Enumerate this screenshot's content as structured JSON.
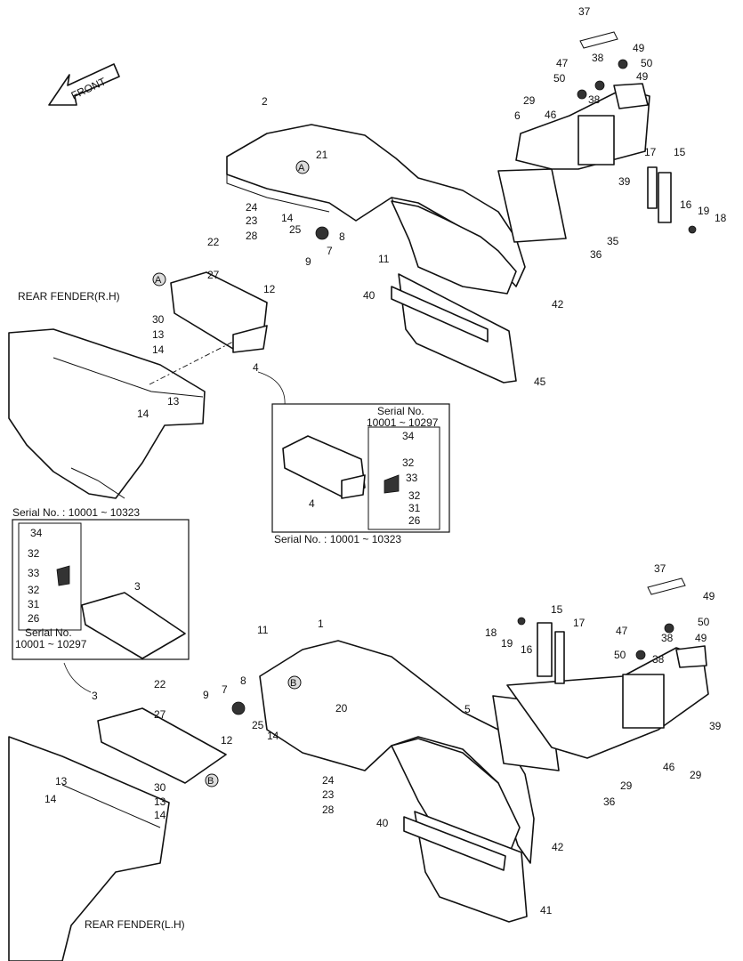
{
  "arrow_label": "FRONT",
  "section_labels": {
    "rh": "REAR FENDER(R.H)",
    "lh": "REAR FENDER(L.H)"
  },
  "markers": {
    "a": "A",
    "b": "B"
  },
  "insets": {
    "right": {
      "title_line1": "Serial No.",
      "title_line2": "10001 ~ 10297",
      "bottom": "Serial No. : 10001 ~ 10323"
    },
    "left": {
      "top": "Serial No. : 10001 ~ 10323",
      "bottom_line1": "Serial No.",
      "bottom_line2": "10001 ~ 10297"
    }
  },
  "callouts": {
    "rh": [
      "37",
      "49",
      "38",
      "50",
      "47",
      "49",
      "50",
      "29",
      "46",
      "38",
      "6",
      "17",
      "15",
      "39",
      "16",
      "19",
      "18",
      "35",
      "36",
      "2",
      "21",
      "24",
      "23",
      "25",
      "14",
      "8",
      "28",
      "7",
      "9",
      "11",
      "22",
      "27",
      "12",
      "30",
      "13",
      "14",
      "4",
      "14",
      "13",
      "40",
      "42",
      "45"
    ],
    "inset_right": [
      "34",
      "32",
      "33",
      "32",
      "31",
      "26",
      "4"
    ],
    "inset_left": [
      "34",
      "32",
      "33",
      "32",
      "31",
      "26",
      "3"
    ],
    "lh": [
      "37",
      "49",
      "50",
      "49",
      "47",
      "38",
      "50",
      "38",
      "15",
      "17",
      "18",
      "19",
      "16",
      "5",
      "39",
      "46",
      "29",
      "36",
      "29",
      "1",
      "20",
      "11",
      "8",
      "7",
      "9",
      "25",
      "14",
      "22",
      "27",
      "12",
      "3",
      "13",
      "14",
      "30",
      "13",
      "14",
      "24",
      "23",
      "28",
      "40",
      "42",
      "41"
    ]
  }
}
